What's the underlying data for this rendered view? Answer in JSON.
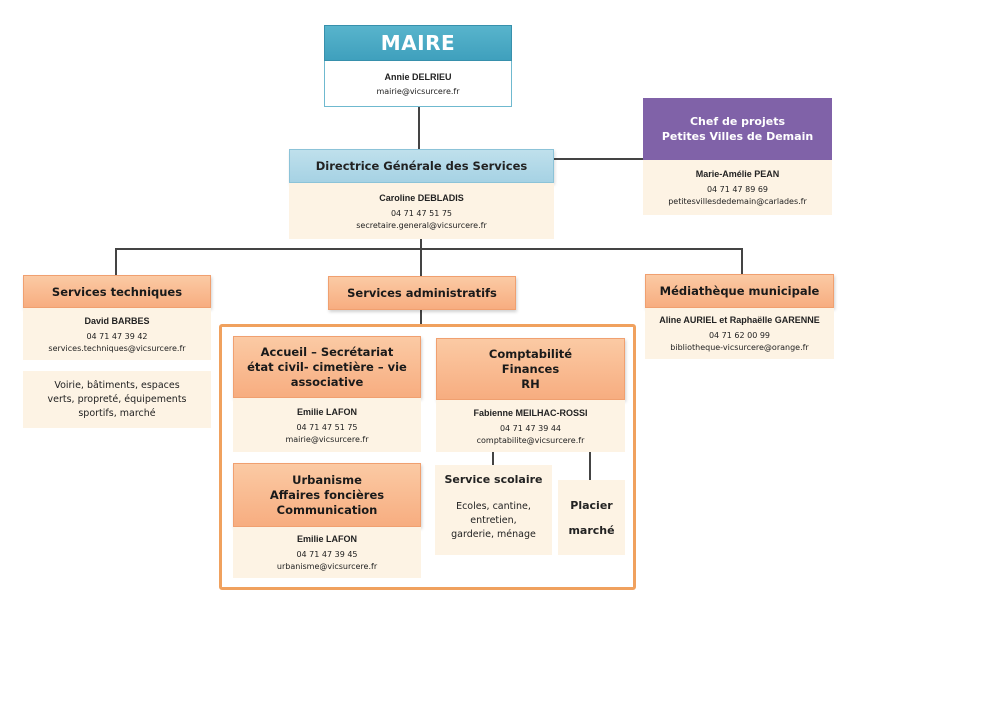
{
  "maire": {
    "title": "MAIRE",
    "name": "Annie DELRIEU",
    "email": "mairie@vicsurcere.fr"
  },
  "dgs": {
    "title": "Directrice Générale des Services",
    "name": "Caroline DEBLADIS",
    "phone": "04 71 47 51 75",
    "email": "secretaire.general@vicsurcere.fr"
  },
  "chef_projets": {
    "title_line1": "Chef de projets",
    "title_line2": "Petites Villes de Demain",
    "name": "Marie-Amélie PEAN",
    "phone": "04 71 47 89 69",
    "email": "petitesvillesdedemain@carlades.fr"
  },
  "services_techniques": {
    "title": "Services techniques",
    "name": "David BARBES",
    "phone": "04 71 47 39 42",
    "email": "services.techniques@vicsurcere.fr",
    "description_line1": "Voirie, bâtiments, espaces",
    "description_line2": "verts, propreté, équipements",
    "description_line3": "sportifs, marché"
  },
  "services_administratifs": {
    "title": "Services administratifs"
  },
  "mediatheque": {
    "title": "Médiathèque municipale",
    "name": "Aline AURIEL et Raphaëlle GARENNE",
    "phone": "04 71 62 00 99",
    "email": "bibliotheque-vicsurcere@orange.fr"
  },
  "accueil": {
    "title_line1": "Accueil – Secrétariat",
    "title_line2": "état civil- cimetière – vie",
    "title_line3": "associative",
    "name": "Emilie LAFON",
    "phone": "04 71 47 51 75",
    "email": "mairie@vicsurcere.fr"
  },
  "comptabilite": {
    "title_line1": "Comptabilité",
    "title_line2": "Finances",
    "title_line3": "RH",
    "name": "Fabienne MEILHAC-ROSSI",
    "phone": "04 71 47 39 44",
    "email": "comptabilite@vicsurcere.fr"
  },
  "urbanisme": {
    "title_line1": "Urbanisme",
    "title_line2": "Affaires foncières",
    "title_line3": "Communication",
    "name": "Emilie LAFON",
    "phone": "04 71 47 39 45",
    "email": "urbanisme@vicsurcere.fr"
  },
  "service_scolaire": {
    "title": "Service scolaire",
    "description_line1": "Ecoles, cantine,",
    "description_line2": "entretien,",
    "description_line3": "garderie, ménage"
  },
  "placier": {
    "title_line1": "Placier",
    "title_line2": "marché"
  },
  "colors": {
    "maire": "#3fa0bd",
    "dgs": "#a6d2e4",
    "chef": "#8062a8",
    "service": "#f7ad80",
    "info_bg": "#fdf3e4",
    "frame": "#f0a15e"
  }
}
